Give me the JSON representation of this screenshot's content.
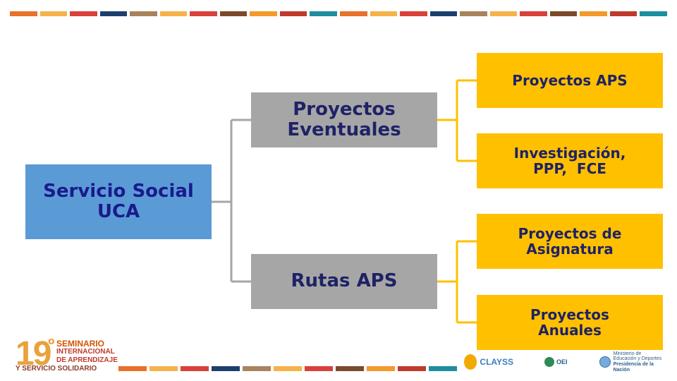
{
  "diagram": {
    "root": {
      "line1": "Servicio Social",
      "line2": "UCA"
    },
    "branch_a": {
      "line1": "Proyectos",
      "line2": "Eventuales"
    },
    "branch_b": {
      "label": "Rutas APS"
    },
    "leaf_a1": {
      "label": "Proyectos APS"
    },
    "leaf_a2": {
      "line1": "Investigación,",
      "line2": "PPP,  FCE"
    },
    "leaf_b1": {
      "line1": "Proyectos de",
      "line2": "Asignatura"
    },
    "leaf_b2": {
      "line1": "Proyectos",
      "line2": "Anuales"
    }
  },
  "colors": {
    "root": "#5b9bd5",
    "branch": "#a6a6a6",
    "leaf": "#ffc000",
    "text_dark": "#1f2266",
    "connector_gray": "#a6a6a6",
    "connector_gold": "#ffc000",
    "stripe": [
      "#e8712b",
      "#f6b24a",
      "#d9403a",
      "#1d3f6e",
      "#a8835c",
      "#f6b24a",
      "#d9403a",
      "#7a4a2a",
      "#f39a2b",
      "#c0392b",
      "#1d8ea0",
      "#e8712b",
      "#f6b24a",
      "#d9403a",
      "#1d3f6e",
      "#a8835c",
      "#f6b24a",
      "#d9403a",
      "#7a4a2a",
      "#f39a2b",
      "#c0392b",
      "#1d8ea0"
    ]
  },
  "footer": {
    "seminar": {
      "number": "19",
      "degree": "o",
      "line1": "SEMINARIO",
      "line2": "INTERNACIONAL",
      "line3": "DE APRENDIZAJE",
      "line4": "Y SERVICIO SOLIDARIO"
    },
    "clayss": "CLAYSS",
    "oei": "OEI",
    "ministry": {
      "line1": "Ministerio de",
      "line2": "Educación y Deportes",
      "line3": "Presidencia de la Nación"
    }
  }
}
